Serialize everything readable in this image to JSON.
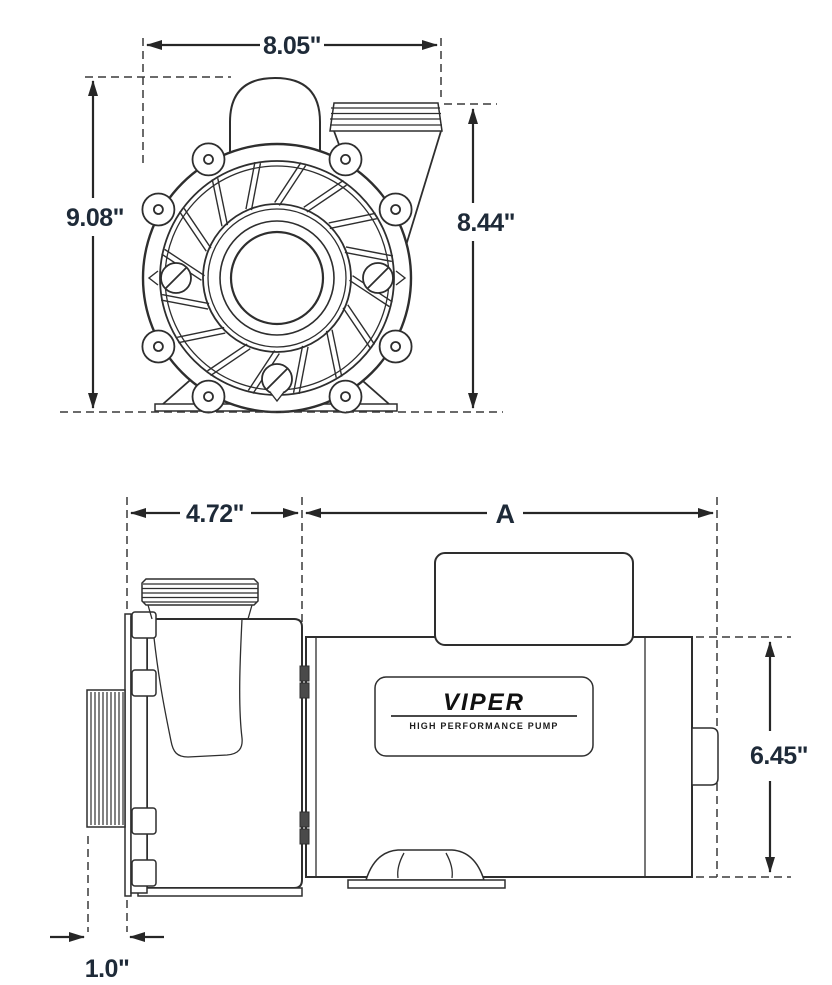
{
  "drawing": {
    "front_view": {
      "width": "8.05\"",
      "overall_height": "9.08\"",
      "discharge_height": "8.44\""
    },
    "side_view": {
      "wet_end_length": "4.72\"",
      "motor_length": "A",
      "motor_height": "6.45\"",
      "suction_extension": "1.0\""
    },
    "nameplate": {
      "brand": "VIPER",
      "tagline": "HIGH PERFORMANCE PUMP"
    },
    "colors": {
      "line": "#2e2e2e",
      "dimension_text": "#1e2a38"
    }
  }
}
